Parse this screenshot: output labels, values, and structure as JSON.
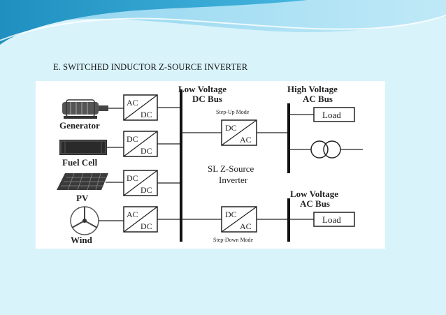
{
  "slide": {
    "heading": "E.   SWITCHED INDUCTOR Z-SOURCE INVERTER"
  },
  "diagram": {
    "sources": [
      {
        "label": "Generator",
        "icon": "generator-icon",
        "converter": {
          "top": "AC",
          "bottom": "DC"
        }
      },
      {
        "label": "Fuel Cell",
        "icon": "fuel-cell-icon",
        "converter": {
          "top": "DC",
          "bottom": "DC"
        }
      },
      {
        "label": "PV",
        "icon": "pv-panel-icon",
        "converter": {
          "top": "DC",
          "bottom": "DC"
        }
      },
      {
        "label": "Wind",
        "icon": "wind-turbine-icon",
        "converter": {
          "top": "AC",
          "bottom": "DC"
        }
      }
    ],
    "dc_bus_label_line1": "Low Voltage",
    "dc_bus_label_line2": "DC Bus",
    "step_up_mode": "Step-Up Mode",
    "step_down_mode": "Step-Down Mode",
    "inverter_upper": {
      "top": "DC",
      "bottom": "AC"
    },
    "inverter_lower": {
      "top": "DC",
      "bottom": "AC"
    },
    "center_label_line1": "SL Z-Source",
    "center_label_line2": "Inverter",
    "hv_ac_bus_line1": "High Voltage",
    "hv_ac_bus_line2": "AC Bus",
    "lv_ac_bus_line1": "Low Voltage",
    "lv_ac_bus_line2": "AC Bus",
    "load_upper": "Load",
    "load_lower": "Load",
    "transformer_icon": "transformer-icon"
  }
}
